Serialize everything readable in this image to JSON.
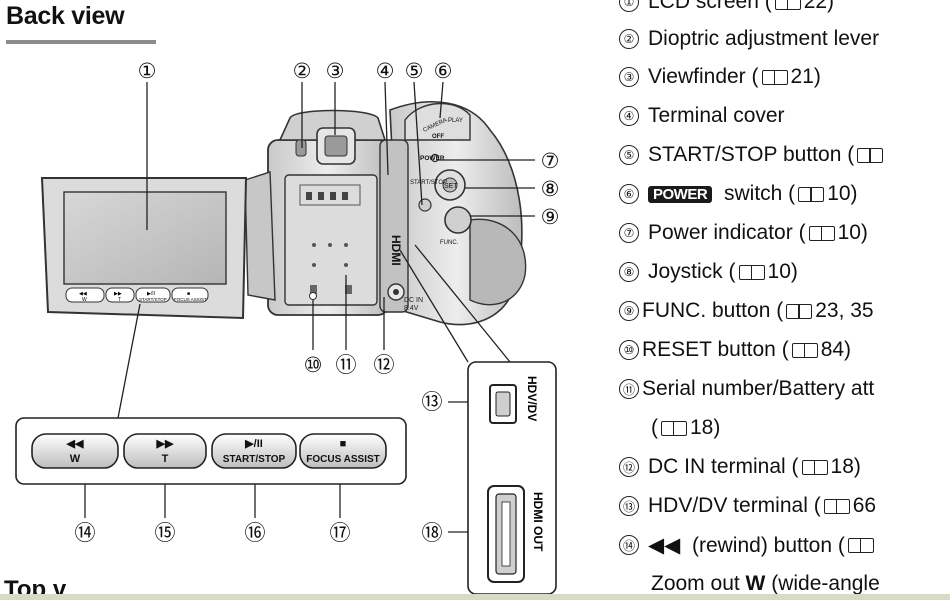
{
  "page": {
    "heading": "Back view",
    "bottom_fragment": "Top v"
  },
  "callouts": [
    "①",
    "②",
    "③",
    "④",
    "⑤",
    "⑥",
    "⑦",
    "⑧",
    "⑨",
    "⑩",
    "⑪",
    "⑫",
    "⑬",
    "⑭",
    "⑮",
    "⑯",
    "⑰",
    "⑱"
  ],
  "camera_labels": {
    "hdv_dv_port": "HDV/DV",
    "hdmi_port": "HDMI OUT",
    "dc_in": "DC IN",
    "dc_in_volt": "8.4V",
    "power": "POWER",
    "start_stop": "START/STOP",
    "func": "FUNC.",
    "set": "SET",
    "camera": "CAMERA",
    "play": "PLAY",
    "off": "OFF",
    "hdmi_logo": "HDMI"
  },
  "lcd_buttons": [
    {
      "symbol": "◀◀",
      "label": "W"
    },
    {
      "symbol": "▶▶",
      "label": "T"
    },
    {
      "symbol": "▶/II",
      "label": "START/STOP"
    },
    {
      "symbol": "■",
      "label": "FOCUS ASSIST"
    }
  ],
  "zoom_buttons": [
    {
      "symbol": "◀◀",
      "label": "W"
    },
    {
      "symbol": "▶▶",
      "label": "T"
    },
    {
      "symbol": "▶/II",
      "label": "START/STOP"
    },
    {
      "symbol": "■",
      "label": "FOCUS ASSIST"
    }
  ],
  "legend": [
    {
      "num": "①",
      "text": "LCD screen (",
      "page": "22)"
    },
    {
      "num": "②",
      "text": "Dioptric adjustment lever"
    },
    {
      "num": "③",
      "text": "Viewfinder (",
      "page": "21)"
    },
    {
      "num": "④",
      "text": "Terminal cover"
    },
    {
      "num": "⑤",
      "text": "START/STOP button (",
      "page": ""
    },
    {
      "num": "⑥",
      "badge": "POWER",
      "text": " switch (",
      "page": "10)"
    },
    {
      "num": "⑦",
      "text": "Power indicator (",
      "page": "10)"
    },
    {
      "num": "⑧",
      "text": "Joystick (",
      "page": "10)"
    },
    {
      "num": "⑨",
      "text": "FUNC. button (",
      "page": "23, 35"
    },
    {
      "num": "⑩",
      "text": "RESET button (",
      "page": "84)"
    },
    {
      "num": "⑪",
      "text": "Serial number/Battery att"
    },
    {
      "num": "",
      "text": "(",
      "page": "18)"
    },
    {
      "num": "⑫",
      "text": "DC IN terminal (",
      "page": "18)"
    },
    {
      "num": "⑬",
      "text": "HDV/DV terminal (",
      "page": "66"
    },
    {
      "num": "⑭",
      "text": "◀◀  (rewind) button (",
      "page": ""
    },
    {
      "num": "",
      "text": "Zoom out ",
      "bold": "W",
      "tail": " (wide-angle"
    }
  ]
}
